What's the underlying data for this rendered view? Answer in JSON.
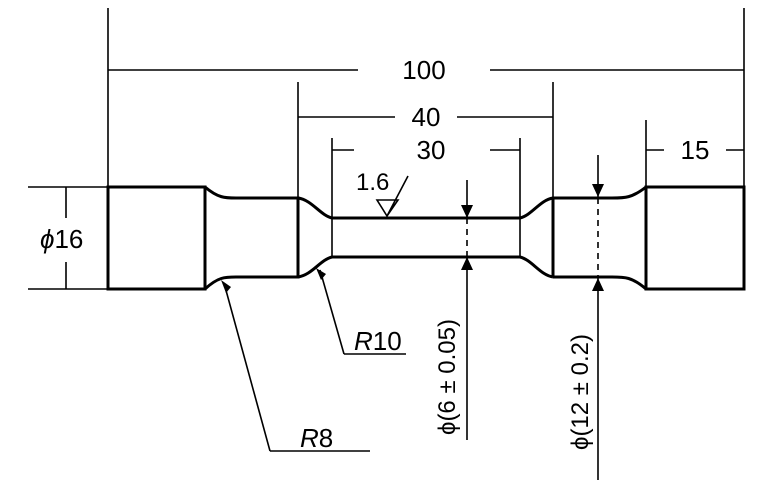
{
  "drawing": {
    "dimensions": {
      "overall_length": "100",
      "center_span": "40",
      "gauge_length": "30",
      "grip_length": "15"
    },
    "diameters": {
      "grip_symbol": "ϕ",
      "grip_value": "16",
      "gauge": "ϕ(6 ± 0.05)",
      "shoulder": "ϕ(12 ± 0.2)"
    },
    "radii": {
      "small_letter": "R",
      "small_value": "8",
      "large_letter": "R",
      "large_value": "10"
    },
    "surface_roughness": "1.6"
  }
}
